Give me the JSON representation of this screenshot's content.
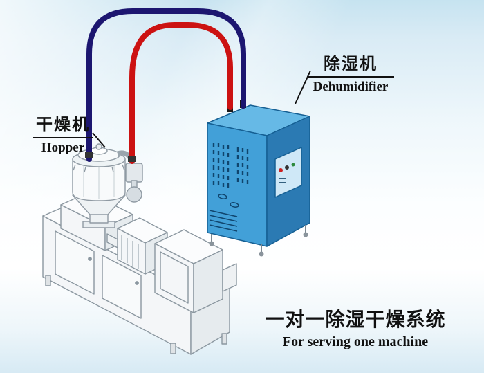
{
  "scene": {
    "title_cn": "一对一除湿干燥系统",
    "title_en": "For serving one machine"
  },
  "callouts": {
    "dehumidifier": {
      "cn": "除湿机",
      "en": "Dehumidifier"
    },
    "hopper": {
      "cn": "干燥机",
      "en": "Hopper"
    }
  },
  "pipes": {
    "return_color": "#1c1670",
    "supply_color": "#cc1212"
  },
  "cabinet": {
    "front_color": "#42a0d8",
    "side_color": "#2b7ab3",
    "top_color": "#66b9e6",
    "panel_color": "#cfe8f7"
  }
}
